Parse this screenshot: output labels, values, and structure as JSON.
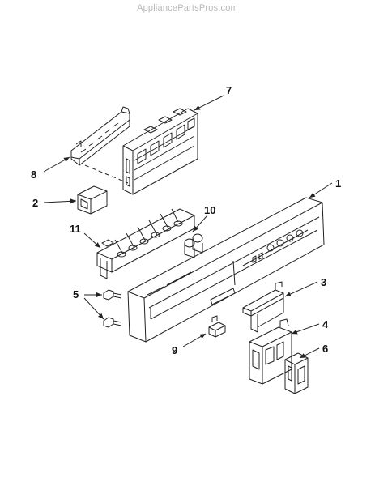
{
  "watermark": "AppliancePartsPros.com",
  "callouts": {
    "c1": "1",
    "c2": "2",
    "c3": "3",
    "c4": "4",
    "c5": "5",
    "c6": "6",
    "c7": "7",
    "c8": "8",
    "c9": "9",
    "c10": "10",
    "c11": "11"
  },
  "colors": {
    "line": "#222222",
    "watermark": "#b8b8b8"
  }
}
